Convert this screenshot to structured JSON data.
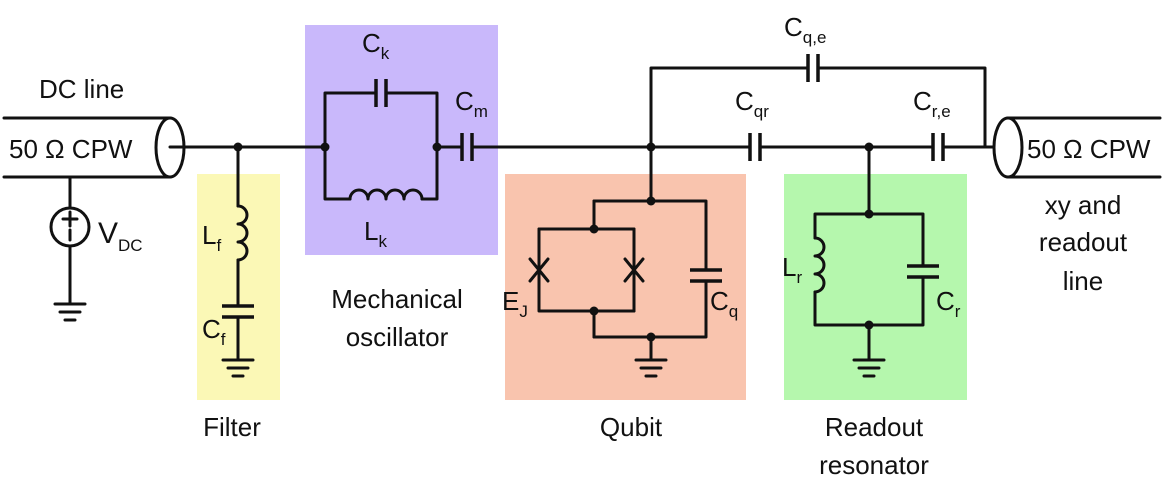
{
  "colors": {
    "wire": "#111111",
    "filter": "#fbf8b6",
    "mechanical": "#c9b8fb",
    "qubit": "#f9c4ae",
    "readout": "#b5f7ad"
  },
  "blocks": {
    "filter": "Filter",
    "mechanical_line1": "Mechanical",
    "mechanical_line2": "oscillator",
    "qubit": "Qubit",
    "readout_line1": "Readout",
    "readout_line2": "resonator"
  },
  "lines": {
    "dc_line": "DC line",
    "cpw_left": "50 Ω CPW",
    "cpw_right": "50 Ω CPW",
    "xy_line1": "xy and",
    "xy_line2": "readout",
    "xy_line3": "line"
  },
  "components": {
    "ck": "C",
    "ck_sub": "k",
    "lk": "L",
    "lk_sub": "k",
    "cm": "C",
    "cm_sub": "m",
    "lf": "L",
    "lf_sub": "f",
    "cf": "C",
    "cf_sub": "f",
    "vdc": "V",
    "vdc_sub": "DC",
    "ej": "E",
    "ej_sub": "J",
    "cq": "C",
    "cq_sub": "q",
    "cqr": "C",
    "cqr_sub": "qr",
    "cqe": "C",
    "cqe_sub": "q,e",
    "cre": "C",
    "cre_sub": "r,e",
    "lr": "L",
    "lr_sub": "r",
    "cr": "C",
    "cr_sub": "r"
  }
}
